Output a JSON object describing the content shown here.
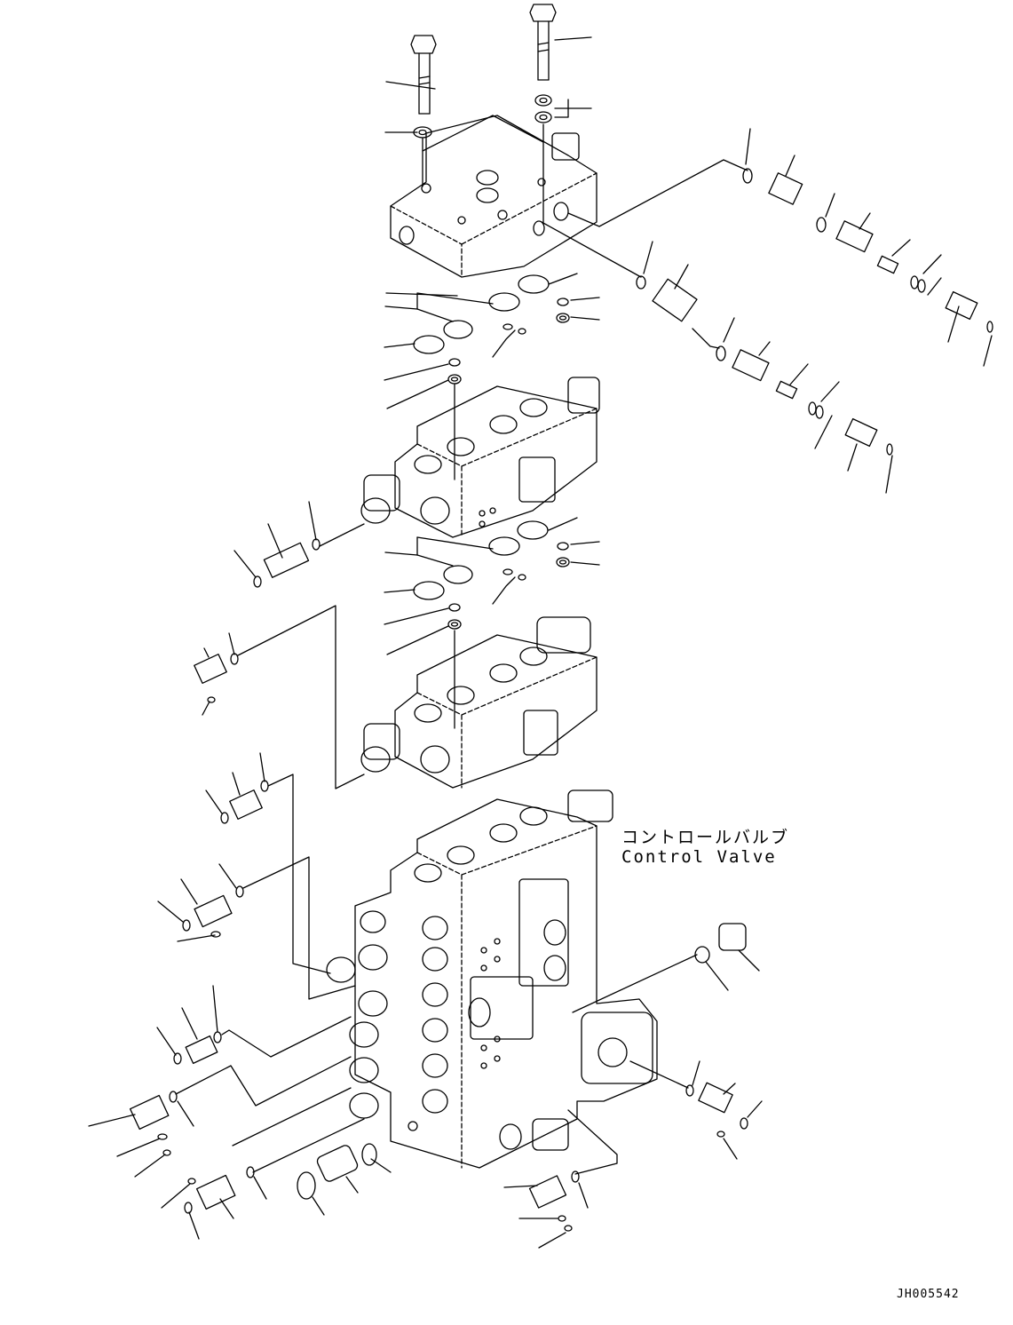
{
  "part_label": {
    "japanese": "コントロールバルブ",
    "english": "Control Valve"
  },
  "drawing_id": "JH005542",
  "colors": {
    "line": "#000000",
    "background": "#ffffff"
  }
}
